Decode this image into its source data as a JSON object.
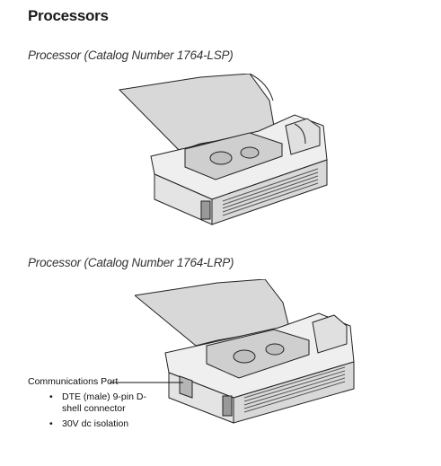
{
  "heading": "Processors",
  "figures": [
    {
      "caption": "Processor (Catalog Number 1764-LSP)"
    },
    {
      "caption": "Processor (Catalog Number 1764-LRP)"
    }
  ],
  "callout": {
    "title": "Communications Port",
    "bullets": [
      "DTE (male) 9-pin D-shell connector",
      "30V dc isolation"
    ]
  }
}
